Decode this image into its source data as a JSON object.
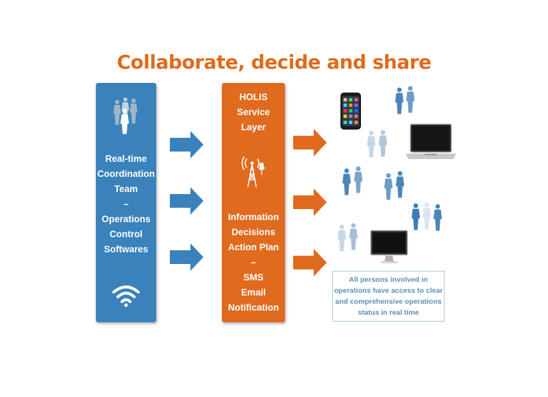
{
  "title": "Collaborate, decide and share",
  "left_panel": {
    "lines": [
      "Real-time",
      "Coordination",
      "Team",
      "–",
      "Operations",
      "Control",
      "Softwares"
    ],
    "color": "#3a82bb",
    "icons": [
      "people-group-icon",
      "wifi-icon"
    ]
  },
  "middle_panel": {
    "top_lines": [
      "HOLIS",
      "Service",
      "Layer"
    ],
    "bottom_lines": [
      "Information",
      "Decisions",
      "Action Plan",
      "–",
      "SMS",
      "Email",
      "Notification"
    ],
    "color": "#e06a1e",
    "icons": [
      "radio-tower-icon"
    ]
  },
  "right_area": {
    "devices": [
      "smartphone-icon",
      "laptop-icon",
      "desktop-monitor-icon"
    ],
    "caption_lines": [
      "All persons involved in",
      "operations have access to clear",
      "and comprehensive operations",
      "status in real time"
    ]
  }
}
